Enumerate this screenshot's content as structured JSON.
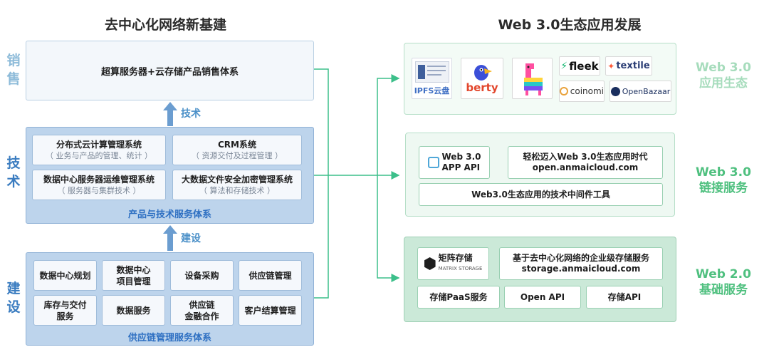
{
  "left_title": "去中心化网络新基建",
  "right_title": "Web 3.0生态应用发展",
  "left": {
    "sales": {
      "side": "销售",
      "text": "超算服务器+云存储产品销售体系"
    },
    "arrow_tech": "技术",
    "tech": {
      "side": "技术",
      "cells": [
        {
          "main": "分布式云计算管理系统",
          "sub": "（ 业务与产品的管理、统计 ）"
        },
        {
          "main": "CRM系统",
          "sub": "（ 资源交付及过程管理 ）"
        },
        {
          "main": "数据中心服务器运维管理系统",
          "sub": "（ 服务器与集群技术 ）"
        },
        {
          "main": "大数据文件安全加密管理系统",
          "sub": "（ 算法和存储技术 ）"
        }
      ],
      "footer": "产品与技术服务体系"
    },
    "arrow_build": "建设",
    "build": {
      "side": "建设",
      "cells": [
        "数据中心规划",
        "数据中心\n项目管理",
        "设备采购",
        "供应链管理",
        "库存与交付\n服务",
        "数据服务",
        "供应链\n金融合作",
        "客户结算管理"
      ],
      "footer": "供应链管理服务体系"
    }
  },
  "right": {
    "eco": {
      "label": "Web 3.0\n应用生态",
      "logos": {
        "ipfs": "IPFS云盘",
        "berty": "berty",
        "fleek": "fleek",
        "textile": "textile",
        "coinomi": "coinomi",
        "openbazaar": "OpenBazaar"
      }
    },
    "link": {
      "label": "Web 3.0\n链接服务",
      "api": "Web 3.0\nAPP API",
      "portal": "轻松迈入Web 3.0生态应用时代\nopen.anmaicloud.com",
      "middleware": "Web3.0生态应用的技术中间件工具"
    },
    "base": {
      "label": "Web 2.0\n基础服务",
      "brand": "矩阵存储",
      "brand_sub": "MATRIX STORAGE",
      "storage": "基于去中心化网络的企业级存储服务\nstorage.anmaicloud.com",
      "buttons": [
        "存储PaaS服务",
        "Open API",
        "存储API"
      ]
    }
  },
  "colors": {
    "connector": "#3cbf8a",
    "arrow_blue": "#3a7cc0"
  }
}
